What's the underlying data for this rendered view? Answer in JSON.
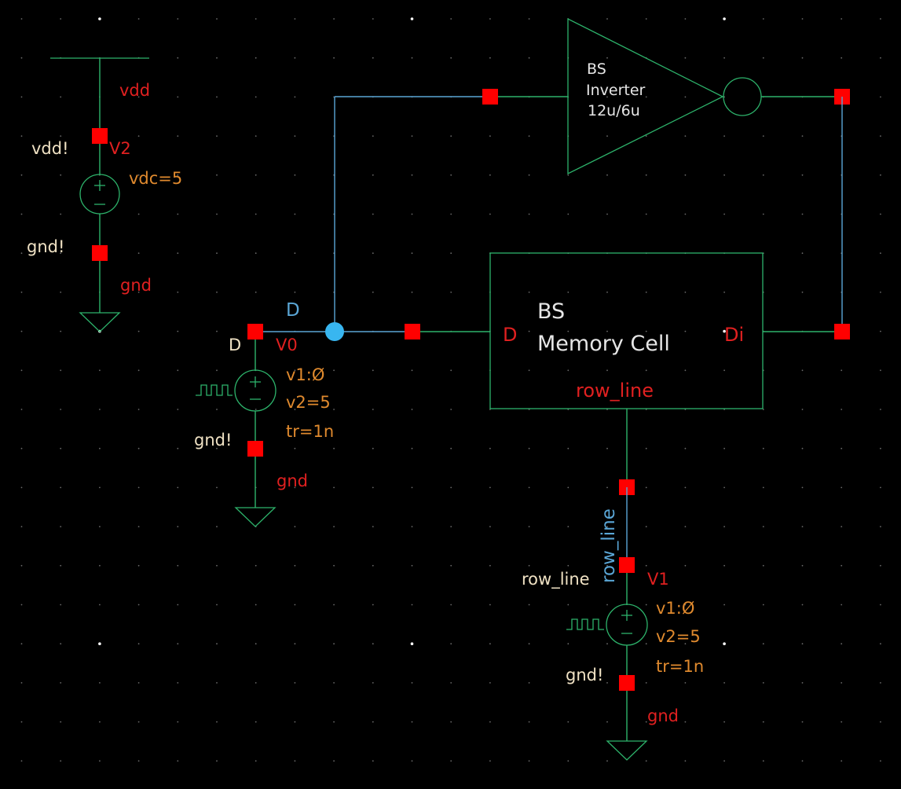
{
  "schematic": {
    "colors": {
      "background": "#000000",
      "grid_dot": "#6a6a6a",
      "symbol": "#2db36b",
      "wire_selected": "#5aa6d6",
      "pin": "#ff0000",
      "instance_label": "#e02020",
      "parameter": "#e08a2e",
      "net_label": "#f0e2c4",
      "cell_text": "#e6e6e6"
    },
    "vdd_source": {
      "net_name_top": "vdd",
      "net_label_left": "vdd!",
      "instance": "V2",
      "params": [
        "vdc=5"
      ],
      "ground_net_label": "gnd!",
      "ground_symbol_label": "gnd"
    },
    "pulse_source_d": {
      "wire_label": "D",
      "net_label_left": "D",
      "instance": "V0",
      "params": [
        "v1:Ø",
        "v2=5",
        "tr=1n"
      ],
      "ground_net_label": "gnd!",
      "ground_symbol_label": "gnd"
    },
    "inverter": {
      "lines": [
        "BS",
        "Inverter",
        "12u/6u"
      ]
    },
    "memory_cell": {
      "title_lines": [
        "BS",
        "Memory Cell"
      ],
      "pin_left": "D",
      "pin_right": "Di",
      "pin_bottom": "row_line"
    },
    "pulse_source_row": {
      "wire_label": "row_line",
      "net_label_left": "row_line",
      "instance": "V1",
      "params": [
        "v1:Ø",
        "v2=5",
        "tr=1n"
      ],
      "ground_net_label": "gnd!",
      "ground_symbol_label": "gnd"
    }
  }
}
